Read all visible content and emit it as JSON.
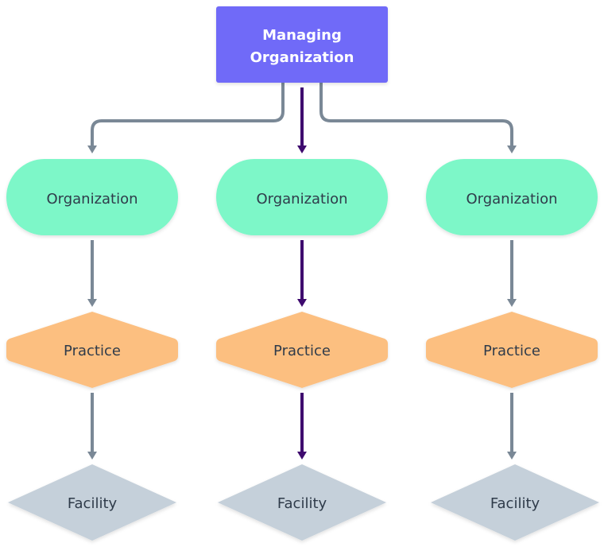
{
  "diagram": {
    "title": "Managing Organization hierarchy",
    "colors": {
      "root_fill": "#6f6af8",
      "organization_fill": "#7df7c8",
      "practice_fill": "#fcbf80",
      "facility_fill": "#c5d0da",
      "edge_gray": "#7a8896",
      "edge_highlight": "#3e0a6e",
      "text_dark": "#2f3b4a",
      "text_light": "#ffffff"
    },
    "root": {
      "id": "managing-organization",
      "label_lines": [
        "Managing",
        "Organization"
      ],
      "shape": "rectangle"
    },
    "columns": [
      {
        "organization": {
          "label": "Organization",
          "shape": "stadium"
        },
        "practice": {
          "label": "Practice",
          "shape": "hexagon"
        },
        "facility": {
          "label": "Facility",
          "shape": "diamond"
        },
        "highlighted": false
      },
      {
        "organization": {
          "label": "Organization",
          "shape": "stadium"
        },
        "practice": {
          "label": "Practice",
          "shape": "hexagon"
        },
        "facility": {
          "label": "Facility",
          "shape": "diamond"
        },
        "highlighted": true
      },
      {
        "organization": {
          "label": "Organization",
          "shape": "stadium"
        },
        "practice": {
          "label": "Practice",
          "shape": "hexagon"
        },
        "facility": {
          "label": "Facility",
          "shape": "diamond"
        },
        "highlighted": false
      }
    ],
    "edges": [
      {
        "from": "root",
        "to": "column-0.organization",
        "highlighted": false
      },
      {
        "from": "root",
        "to": "column-1.organization",
        "highlighted": true
      },
      {
        "from": "root",
        "to": "column-2.organization",
        "highlighted": false
      },
      {
        "from": "column-0.organization",
        "to": "column-0.practice",
        "highlighted": false
      },
      {
        "from": "column-1.organization",
        "to": "column-1.practice",
        "highlighted": true
      },
      {
        "from": "column-2.organization",
        "to": "column-2.practice",
        "highlighted": false
      },
      {
        "from": "column-0.practice",
        "to": "column-0.facility",
        "highlighted": false
      },
      {
        "from": "column-1.practice",
        "to": "column-1.facility",
        "highlighted": true
      },
      {
        "from": "column-2.practice",
        "to": "column-2.facility",
        "highlighted": false
      }
    ]
  }
}
